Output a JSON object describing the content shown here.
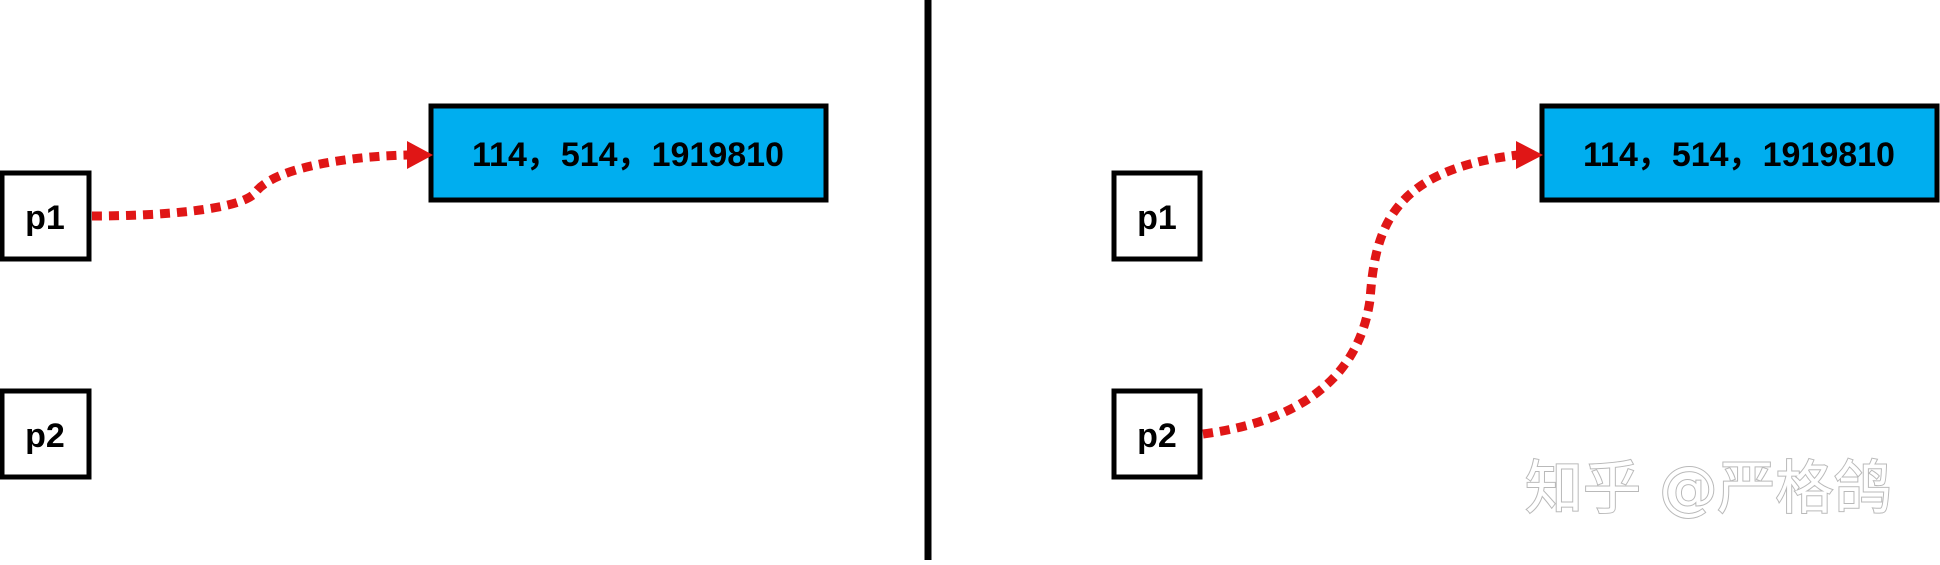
{
  "panels": {
    "left": {
      "pointers": [
        {
          "label": "p1"
        },
        {
          "label": "p2"
        }
      ],
      "array": {
        "label": "114，514，1919810"
      },
      "arrow_from": "p1"
    },
    "right": {
      "pointers": [
        {
          "label": "p1"
        },
        {
          "label": "p2"
        }
      ],
      "array": {
        "label": "114，514，1919810"
      },
      "arrow_from": "p2"
    }
  },
  "watermark": "知乎 @严格鸽",
  "colors": {
    "array_fill": "#00aeef",
    "box_stroke": "#000000",
    "arrow": "#e01616",
    "divider": "#000000"
  }
}
